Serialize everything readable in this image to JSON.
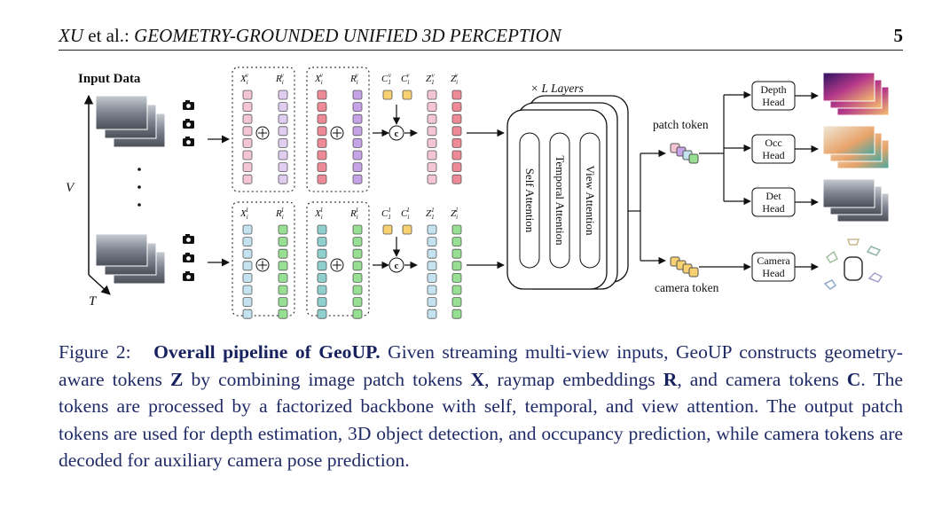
{
  "header": {
    "author": "XU",
    "etal": " et al.: ",
    "title": "GEOMETRY-GROUNDED UNIFIED 3D PERCEPTION",
    "page": "5"
  },
  "figure": {
    "input_label": "Input Data",
    "v_axis": "V",
    "t_axis": "T",
    "top_labels": [
      "X",
      "R",
      "X",
      "R",
      "C",
      "C",
      "Z",
      "Z"
    ],
    "layers_label": "× L Layers",
    "attention_blocks": [
      "Self Attention",
      "Temporal Attention",
      "View Attention"
    ],
    "patch_token": "patch token",
    "camera_token": "camera token",
    "heads": [
      "Depth Head",
      "Occ Head",
      "Det Head",
      "Camera Head"
    ],
    "combine_symbol": "c",
    "colors": {
      "pink": "#f4c6d4",
      "purple_light": "#e0cdf0",
      "red": "#ee8a96",
      "violet": "#c6a2e6",
      "yellow": "#f7d070",
      "blue_light": "#c4e2f0",
      "green": "#97df92",
      "teal": "#8fd0cf"
    }
  },
  "caption": {
    "label": "Figure 2:",
    "bold": "Overall pipeline of GeoUP.",
    "s1": " Given streaming multi-view inputs, GeoUP constructs geometry-aware tokens ",
    "z": "Z",
    "s2": " by combining image patch tokens ",
    "x": "X",
    "s3": ", raymap embeddings ",
    "r": "R",
    "s4": ", and camera tokens ",
    "c": "C",
    "s5": ". The tokens are processed by a factorized backbone with self, temporal, and view attention. The output patch tokens are used for depth estimation, 3D object detection, and occupancy prediction, while camera tokens are decoded for auxiliary camera pose prediction."
  }
}
